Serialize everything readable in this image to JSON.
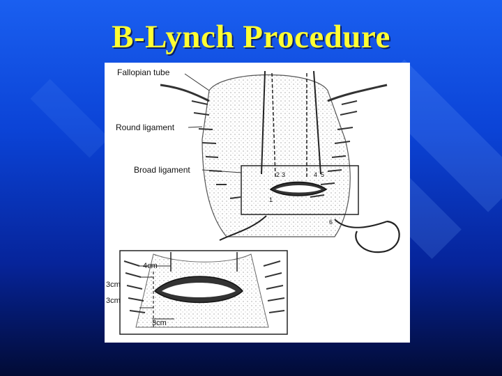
{
  "slide": {
    "title": "B-Lynch Procedure",
    "background_colors": [
      "#1a5ff0",
      "#06249a",
      "#020b35"
    ],
    "title_color": "#ffff33"
  },
  "figure": {
    "labels": {
      "fallopian_tube": "Fallopian tube",
      "round_ligament": "Round ligament",
      "broad_ligament": "Broad ligament"
    },
    "suture_points": [
      "1",
      "2",
      "3",
      "4",
      "5",
      "6"
    ],
    "inset_measurements": {
      "top": "4cm",
      "left_upper": "3cm",
      "left_lower": "3cm",
      "bottom": "3cm"
    }
  }
}
